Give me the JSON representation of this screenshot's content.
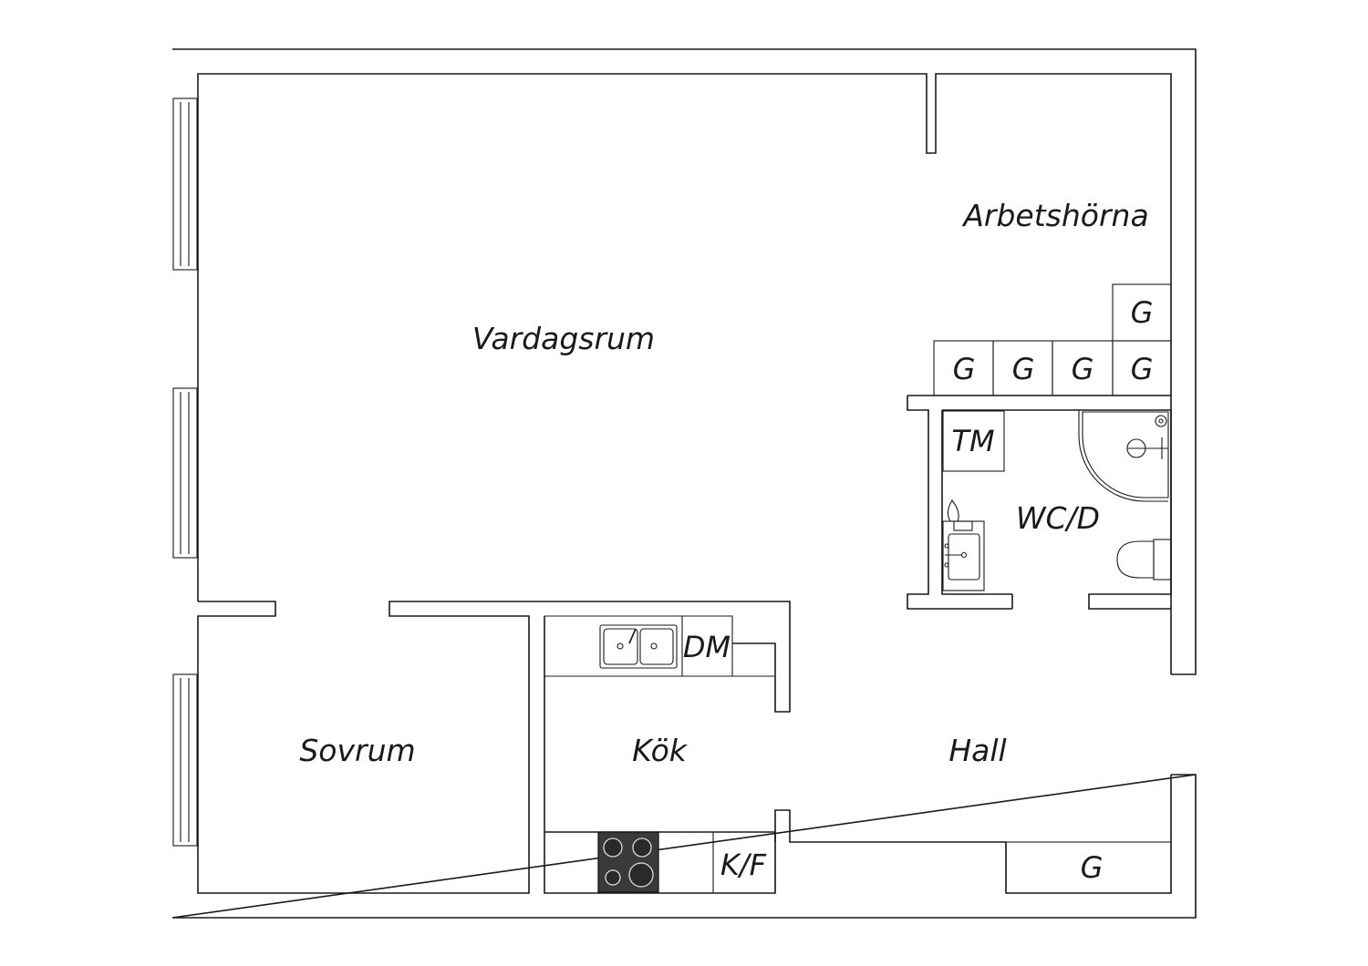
{
  "rooms": {
    "vardagsrum": "Vardagsrum",
    "arbetshorna": "Arbetshörna",
    "sovrum": "Sovrum",
    "kok": "Kök",
    "hall": "Hall",
    "wc": "WC/D"
  },
  "fixtures": {
    "g1": "G",
    "g2": "G",
    "g3": "G",
    "g4": "G",
    "g5": "G",
    "g_hall": "G",
    "tm": "TM",
    "dm": "DM",
    "kf": "K/F"
  }
}
